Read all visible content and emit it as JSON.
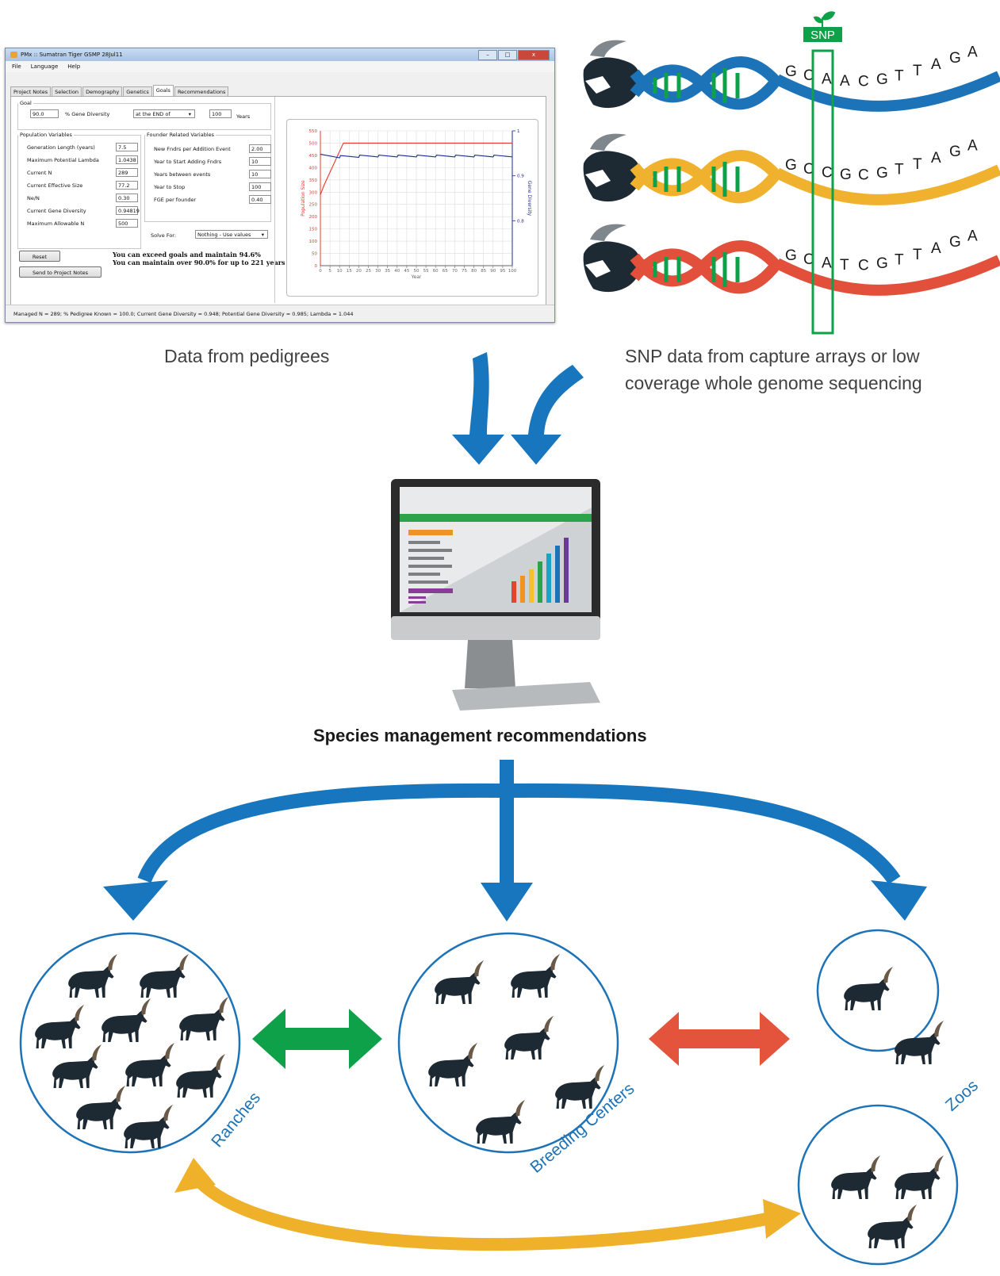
{
  "pmx": {
    "title": "PMx :: Sumatran Tiger GSMP 28Jul11",
    "menu": [
      "File",
      "Language",
      "Help"
    ],
    "window_buttons": [
      "–",
      "□",
      "x"
    ],
    "tabs": [
      "Project Notes",
      "Selection",
      "Demography",
      "Genetics",
      "Goals",
      "Recommendations"
    ],
    "active_tab": "Goals",
    "goal": {
      "legend": "Goal",
      "value": "90.0",
      "metric_label": "% Gene Diversity",
      "timing": "at the END of",
      "years_value": "100",
      "years_label": "Years"
    },
    "population_variables": {
      "legend": "Population Variables",
      "rows": [
        {
          "label": "Generation Length (years)",
          "value": "7.5"
        },
        {
          "label": "Maximum Potential Lambda",
          "value": "1.0438"
        },
        {
          "label": "Current N",
          "value": "289"
        },
        {
          "label": "Current Effective Size",
          "value": "77.2"
        },
        {
          "label": "Ne/N",
          "value": "0.30"
        },
        {
          "label": "Current Gene Diversity",
          "value": "0.94819"
        },
        {
          "label": "Maximum Allowable N",
          "value": "500"
        }
      ]
    },
    "founder_variables": {
      "legend": "Founder Related Variables",
      "rows": [
        {
          "label": "New Fndrs per Addition Event",
          "value": "2.00"
        },
        {
          "label": "Year to Start Adding Fndrs",
          "value": "10"
        },
        {
          "label": "Years between events",
          "value": "10"
        },
        {
          "label": "Year to Stop",
          "value": "100"
        },
        {
          "label": "FGE per founder",
          "value": "0.40"
        }
      ]
    },
    "solve_for": {
      "label": "Solve For:",
      "value": "Nothing - Use values"
    },
    "buttons": {
      "reset": "Reset",
      "send": "Send to Project Notes"
    },
    "message_lines": [
      "You can exceed goals and maintain 94.6%",
      "You can maintain over 90.0% for up to 221 years"
    ],
    "status": "Managed N = 289;  % Pedigree Known = 100.0;  Current Gene Diversity = 0.948;  Potential Gene Diversity = 0.985;  Lambda = 1.044"
  },
  "chart_data": {
    "type": "line",
    "xlabel": "Year",
    "ylabel": "Population Size",
    "y2label": "Gene Diversity",
    "xlim": [
      0,
      100
    ],
    "ylim": [
      0,
      550
    ],
    "y2lim": [
      0.7,
      1.0
    ],
    "x_ticks": [
      0,
      5,
      10,
      15,
      20,
      25,
      30,
      35,
      40,
      45,
      50,
      55,
      60,
      65,
      70,
      75,
      80,
      85,
      90,
      95,
      100
    ],
    "y_ticks": [
      0,
      50,
      100,
      150,
      200,
      250,
      300,
      350,
      400,
      450,
      500,
      550
    ],
    "y2_ticks": [
      {
        "value": 0.8,
        "label": "0.8"
      },
      {
        "value": 0.9,
        "label": "0.9"
      },
      {
        "value": 1.0,
        "label": "1"
      }
    ],
    "grid": true,
    "colors": {
      "population": "#e8372a",
      "gene_diversity": "#1d2d8f"
    },
    "series": [
      {
        "key": "population",
        "x": [
          0,
          2,
          12,
          100
        ],
        "values": [
          289,
          330,
          500,
          500
        ]
      },
      {
        "key": "gene_diversity",
        "x": [
          0,
          10,
          10.5,
          20,
          20.5,
          30,
          30.5,
          40,
          40.5,
          50,
          50.5,
          60,
          60.5,
          70,
          70.5,
          80,
          80.5,
          90,
          90.5,
          100
        ],
        "values": [
          0.948,
          0.94,
          0.945,
          0.941,
          0.946,
          0.942,
          0.946,
          0.942,
          0.946,
          0.942,
          0.946,
          0.942,
          0.946,
          0.942,
          0.946,
          0.942,
          0.946,
          0.942,
          0.946,
          0.942
        ]
      }
    ]
  },
  "dna": {
    "snp_label": "SNP",
    "sequences": [
      {
        "letters": [
          "G",
          "C",
          "A",
          "A",
          "C",
          "G",
          "T",
          "T",
          "A",
          "G",
          "A"
        ],
        "color": "#1d73b7"
      },
      {
        "letters": [
          "G",
          "C",
          "C",
          "G",
          "C",
          "G",
          "T",
          "T",
          "A",
          "G",
          "A"
        ],
        "color": "#f0b22e"
      },
      {
        "letters": [
          "G",
          "C",
          "A",
          "T",
          "C",
          "G",
          "T",
          "T",
          "A",
          "G",
          "A"
        ],
        "color": "#e24f3a"
      }
    ]
  },
  "captions": {
    "pedigree": "Data from pedigrees",
    "snp_lines": [
      "SNP data from capture arrays or low",
      "coverage whole genome sequencing"
    ],
    "recommendations": "Species management recommendations"
  },
  "groups": {
    "ranches": "Ranches",
    "breeding": "Breeding Centers",
    "zoos": "Zoos"
  },
  "colors": {
    "arrow_blue": "#1776bd",
    "green": "#0fa14a",
    "red": "#e4543d",
    "yellow": "#efb12a",
    "circle": "#1d73b7",
    "animal": "#1e2a33"
  }
}
